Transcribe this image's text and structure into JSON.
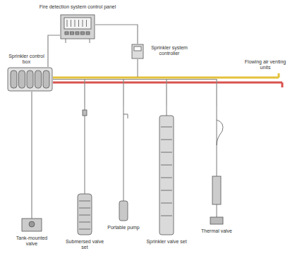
{
  "diagram": {
    "nodes": [
      {
        "text": [
          "Fire detection system control panel"
        ]
      },
      {
        "text": [
          "Sprinkler control box"
        ]
      },
      {
        "text": [
          "Sprinkler system controller"
        ]
      },
      {
        "text": [
          "Tank-mounted valve"
        ]
      },
      {
        "text": [
          "Submersed valve set"
        ]
      },
      {
        "text": [
          "Portable pump"
        ]
      },
      {
        "text": [
          "Sprinkler valve set"
        ]
      },
      {
        "text": [
          "Thermal valve"
        ]
      }
    ],
    "edges": [
      {
        "from": 0,
        "to": 1,
        "arrow": "none"
      },
      {
        "from": 0,
        "to": 2,
        "arrow": "none"
      },
      {
        "from": 1,
        "to": 3,
        "arrow": "none"
      },
      {
        "from": 1,
        "to": 4,
        "arrow": "none"
      },
      {
        "from": 1,
        "to": 5,
        "arrow": "none"
      },
      {
        "from": 1,
        "to": 6,
        "arrow": "none"
      },
      {
        "from": 1,
        "to": 7,
        "arrow": "none"
      }
    ],
    "labels": [
      "Flowing air venting units"
    ]
  }
}
